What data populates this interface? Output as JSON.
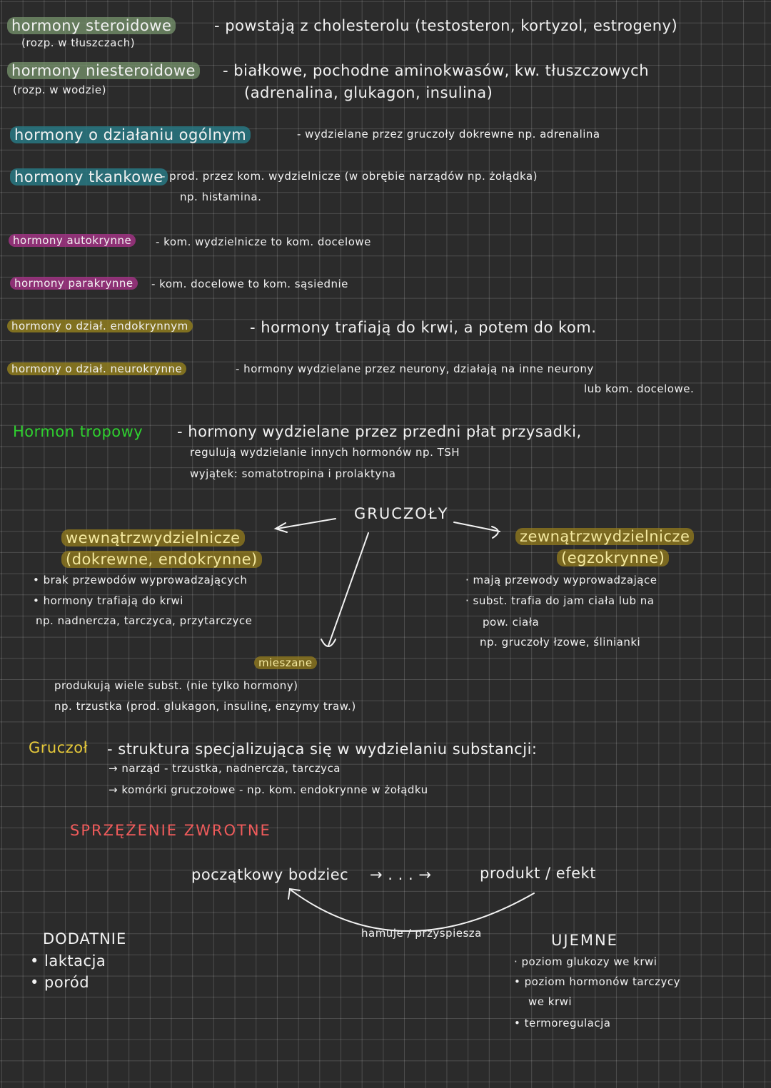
{
  "hormone_types": [
    {
      "term": "hormony steroidowe",
      "note": "(rozp. w tłuszczach)",
      "def": "- powstają z cholesterolu (testosteron, kortyzol, estrogeny)",
      "highlight": "#7a9670"
    },
    {
      "term": "hormony niesteroidowe",
      "note": "(rozp. w wodzie)",
      "def": "- białkowe, pochodne aminokwasów, kw. tłuszczowych",
      "def2": "(adrenalina, glukagon, insulina)",
      "highlight": "#7a9670"
    },
    {
      "term": "hormony o działaniu ogólnym",
      "def": "- wydzielane przez gruczoły dokrewne np. adrenalina",
      "highlight": "#287882"
    },
    {
      "term": "hormony tkankowe",
      "def": "- prod. przez kom. wydzielnicze (w obrębie narządów np. żołądka)",
      "def2": "np. histamina.",
      "highlight": "#287882"
    },
    {
      "term": "hormony autokrynne",
      "def": "- kom. wydzielnicze to kom. docelowe",
      "highlight": "#a03282"
    },
    {
      "term": "hormony parakrynne",
      "def": "- kom. docelowe to kom. sąsiednie",
      "highlight": "#a03282"
    },
    {
      "term": "hormony o dział. endokrynnym",
      "def": "- hormony trafiają do krwi, a potem do kom.",
      "highlight": "#96821e"
    },
    {
      "term": "hormony o dział. neurokrynne",
      "def": "- hormony wydzielane przez neurony, działają na inne neurony",
      "def2": "lub kom. docelowe.",
      "highlight": "#96821e"
    }
  ],
  "tropic": {
    "term": "Hormon tropowy",
    "line1": "- hormony wydzielane przez przedni płat przysadki,",
    "line2": "regulują wydzielanie innych hormonów np. TSH",
    "line3": "wyjątek: somatotropina i prolaktyna"
  },
  "glands": {
    "title": "GRUCZOŁY",
    "endocrine": {
      "title": "wewnątrzwydzielnicze",
      "subtitle": "(dokrewne, endokrynne)",
      "bullets": [
        "• brak przewodów wyprowadzających",
        "• hormony trafiają do krwi"
      ],
      "example": "np. nadnercza, tarczyca, przytarczyce"
    },
    "exocrine": {
      "title": "zewnątrzwydzielnicze",
      "subtitle": "(egzokrynne)",
      "bullets": [
        "· mają przewody wyprowadzające",
        "· subst. trafia do jam ciała lub na"
      ],
      "continuation": "pow. ciała",
      "example": "np. gruczoły łzowe, ślinianki"
    },
    "mixed": {
      "title": "mieszane",
      "line1": "produkują wiele subst. (nie tylko hormony)",
      "line2": "np. trzustka (prod. glukagon, insulinę, enzymy traw.)"
    }
  },
  "gland_definition": {
    "term": "Gruczoł",
    "def": "- struktura specjalizująca się w wydzielaniu substancji:",
    "items": [
      "→ narząd - trzustka, nadnercza, tarczyca",
      "→ komórki gruczołowe - np. kom. endokrynne w żołądku"
    ]
  },
  "feedback": {
    "title": "SPRZĘŻENIE ZWROTNE",
    "flow_start": "początkowy bodziec",
    "flow_mid": "→ . . . →",
    "flow_end": "produkt / efekt",
    "loop_label": "hamuje / przyspiesza",
    "positive": {
      "title": "DODATNIE",
      "items": [
        "• laktacja",
        "• poród"
      ]
    },
    "negative": {
      "title": "UJEMNE",
      "items": [
        "· poziom glukozy we krwi",
        "• poziom hormonów tarczycy",
        "we krwi",
        "• termoregulacja"
      ]
    }
  }
}
